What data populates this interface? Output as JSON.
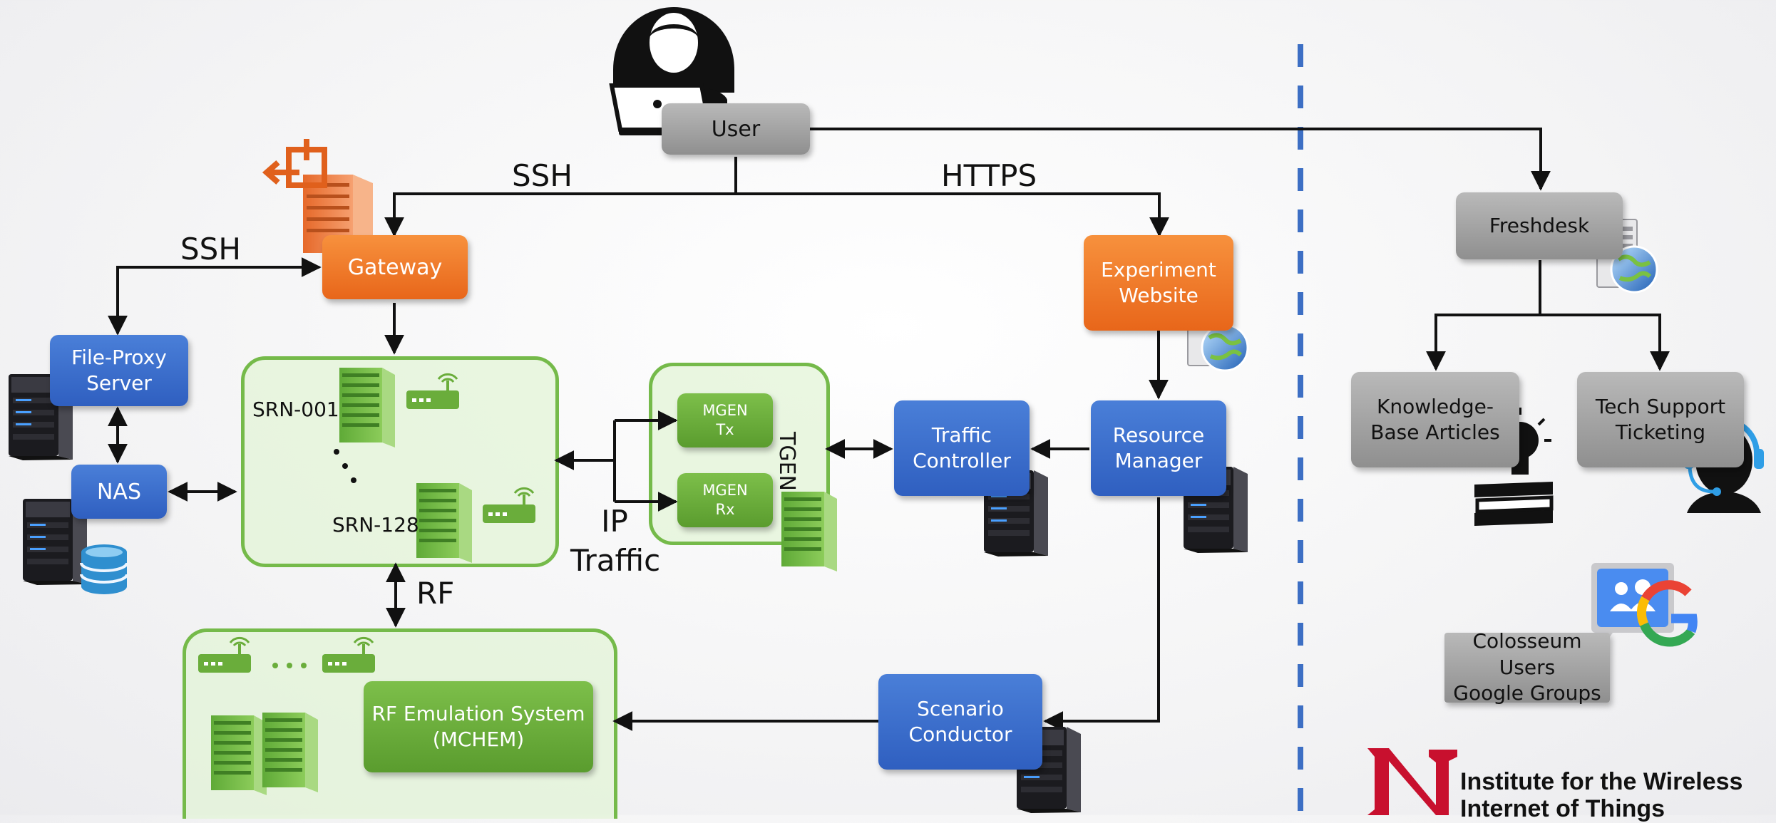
{
  "nodes": {
    "user": "User",
    "gateway": "Gateway",
    "file_proxy": "File-Proxy\nServer",
    "nas": "NAS",
    "srn_001": "SRN-001",
    "srn_128": "SRN-128",
    "mgen_tx": "MGEN\nTx",
    "mgen_rx": "MGEN\nRx",
    "tgen": "TGEN",
    "traffic_controller": "Traffic\nController",
    "resource_manager": "Resource\nManager",
    "experiment_website": "Experiment\nWebsite",
    "rf_emulation": "RF Emulation System\n(MCHEM)",
    "scenario_conductor": "Scenario\nConductor",
    "freshdesk": "Freshdesk",
    "knowledge_base": "Knowledge-\nBase Articles",
    "tech_support": "Tech Support\nTicketing",
    "google_groups": "Colosseum Users\nGoogle Groups"
  },
  "edge_labels": {
    "ssh_top": "SSH",
    "https": "HTTPS",
    "ssh_left": "SSH",
    "rf": "RF",
    "ip_traffic": "IP\nTraffic"
  },
  "logo": {
    "line1": "Institute for the Wireless",
    "line2": "Internet of Things"
  },
  "colors": {
    "orange": "#ee7422",
    "blue": "#3a6cc9",
    "green": "#6aad3b",
    "gray": "#a6a6a6",
    "divider": "#3d6fc4",
    "logo_red": "#c8102e"
  }
}
